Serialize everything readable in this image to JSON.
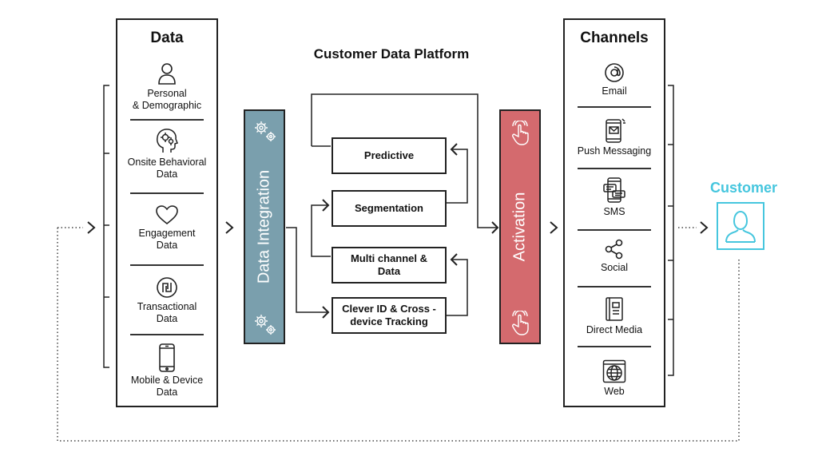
{
  "title": "Customer Data Platform",
  "data_panel": {
    "title": "Data",
    "items": [
      {
        "label": "Personal\n& Demographic",
        "icon": "person-icon"
      },
      {
        "label": "Onsite Behavioral\nData",
        "icon": "head-gears-icon"
      },
      {
        "label": "Engagement\nData",
        "icon": "heart-icon"
      },
      {
        "label": "Transactional\nData",
        "icon": "shekel-coin-icon"
      },
      {
        "label": "Mobile & Device\nData",
        "icon": "mobile-phone-icon"
      }
    ]
  },
  "integration": {
    "label": "Data Integration",
    "color": "#7a9fad"
  },
  "activation": {
    "label": "Activation",
    "color": "#d46a6e"
  },
  "process_boxes": [
    {
      "label": "Predictive"
    },
    {
      "label": "Segmentation"
    },
    {
      "label": "Multi channel &\nData"
    },
    {
      "label": "Clever ID & Cross -\ndevice Tracking"
    }
  ],
  "channels_panel": {
    "title": "Channels",
    "items": [
      {
        "label": "Email",
        "icon": "at-icon"
      },
      {
        "label": "Push Messaging",
        "icon": "push-phone-icon"
      },
      {
        "label": "SMS",
        "icon": "sms-phone-icon"
      },
      {
        "label": "Social",
        "icon": "share-icon"
      },
      {
        "label": "Direct Media",
        "icon": "booklet-icon"
      },
      {
        "label": "Web",
        "icon": "globe-icon"
      }
    ]
  },
  "customer": {
    "label": "Customer",
    "color": "#46c6de",
    "icon": "user-icon"
  }
}
